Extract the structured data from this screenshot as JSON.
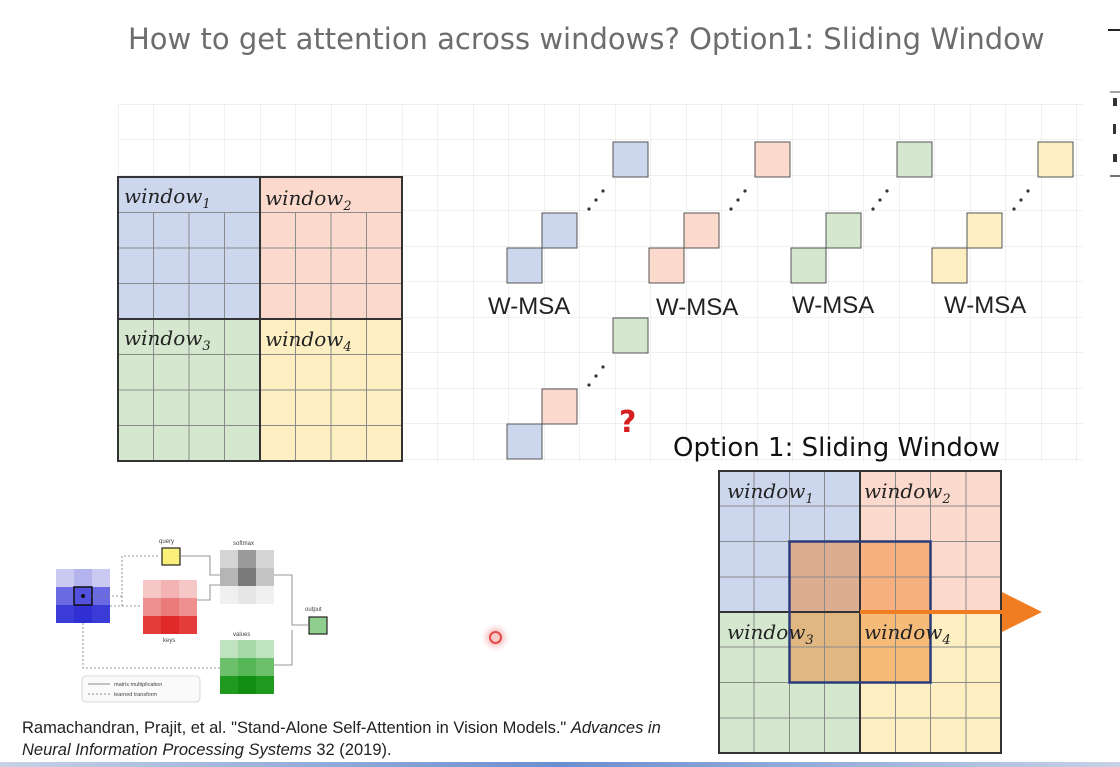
{
  "slide": {
    "title": "How to get attention across windows? Option1: Sliding Window"
  },
  "windows_grid": {
    "labels": [
      "window",
      "window",
      "window",
      "window"
    ],
    "subscripts": [
      "1",
      "2",
      "3",
      "4"
    ]
  },
  "wmsa": {
    "label": "W-MSA",
    "question_mark": "?"
  },
  "sliding": {
    "title": "Option 1: Sliding Window",
    "labels": [
      "window",
      "window",
      "window",
      "window"
    ],
    "subscripts": [
      "1",
      "2",
      "3",
      "4"
    ]
  },
  "attention_figure": {
    "query_label": "query",
    "softmax_label": "softmax",
    "keys_label": "keys",
    "values_label": "values",
    "output_label": "output",
    "legend_matmul": "matrix multiplication",
    "legend_learned": "learned transform"
  },
  "citation": {
    "authors": "Ramachandran, Prajit, et al. \"Stand-Alone Self-Attention in Vision Models.\" ",
    "venue": "Advances in Neural Information Processing Systems",
    "volume": " 32 (2019)."
  },
  "colors": {
    "blue": "#ccd6ec",
    "red": "#fbd9cc",
    "green": "#d5e8cf",
    "yellow": "#fdefc2",
    "accent_orange": "#f07d22",
    "question_red": "#d42020"
  }
}
